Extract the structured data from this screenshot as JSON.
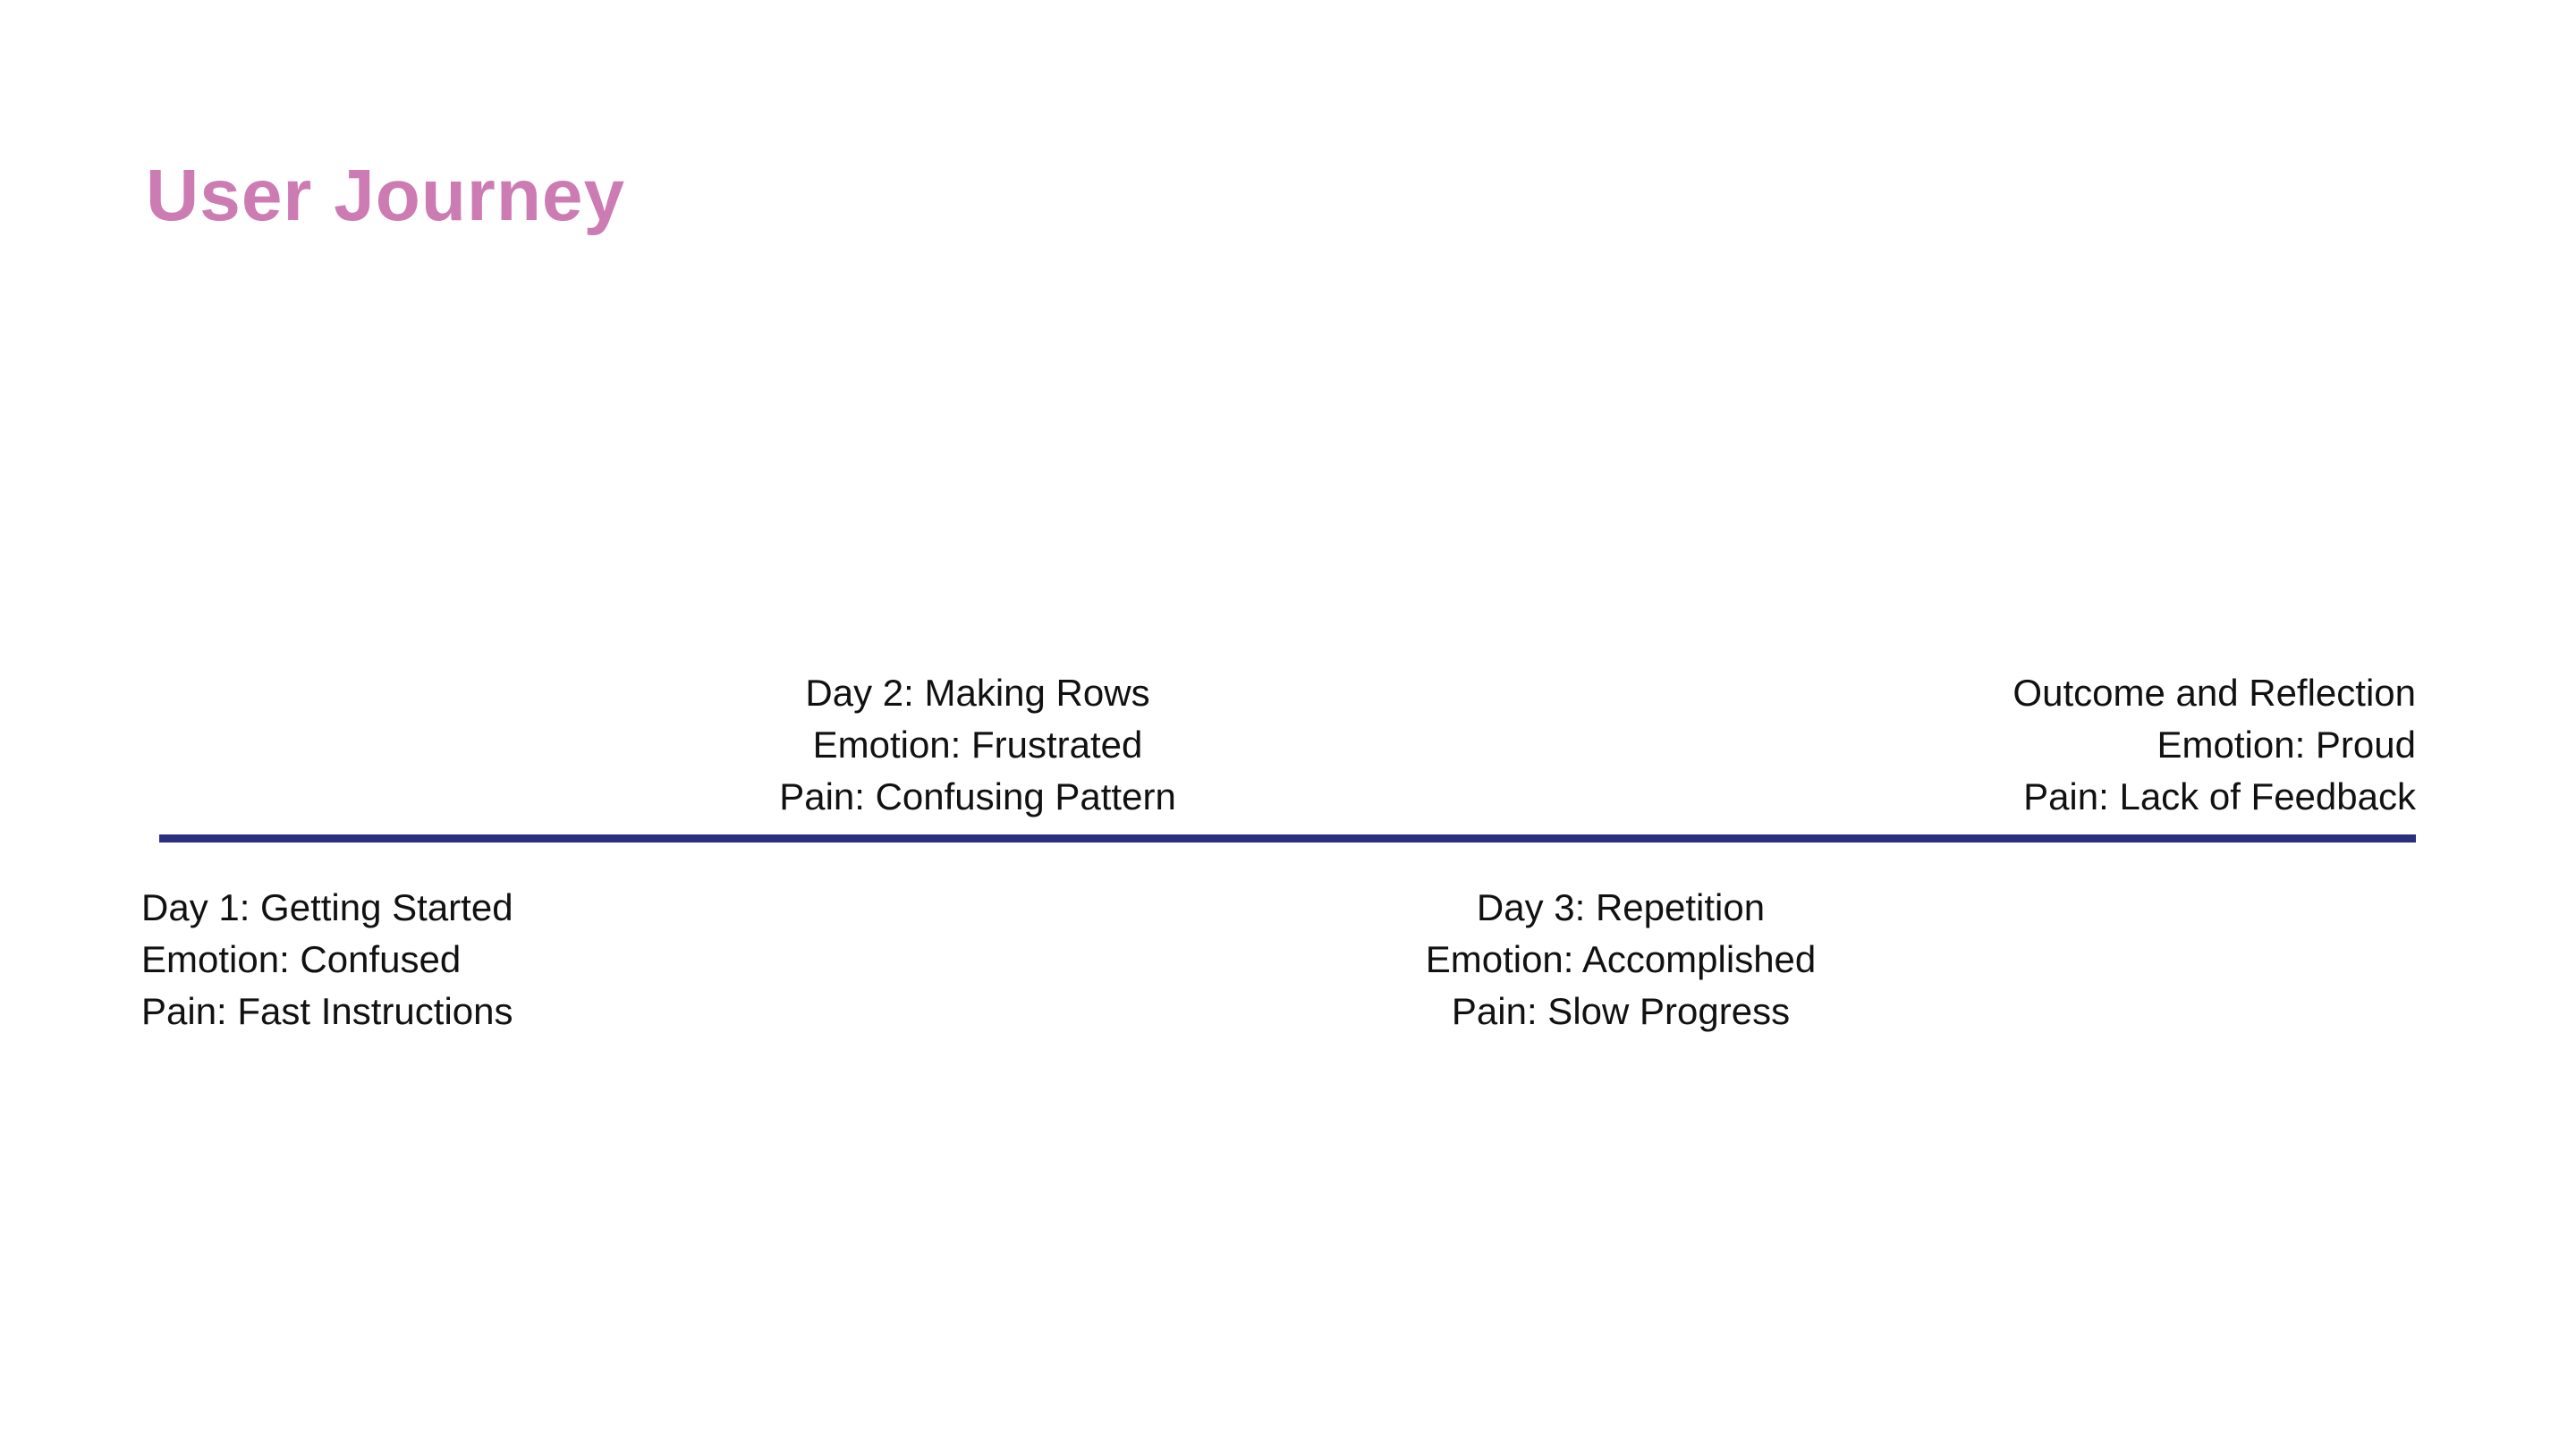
{
  "theme": {
    "background": "#ffffff",
    "title_color": "#cc7cb3",
    "timeline_color": "#2a307f",
    "text_color": "#111111"
  },
  "page": {
    "title": "User Journey"
  },
  "timeline": {
    "stops": [
      {
        "name": "Day 1: Getting Started",
        "emotion": "Emotion: Confused",
        "pain": "Pain: Fast Instructions",
        "placement": "below",
        "align": "left"
      },
      {
        "name": "Day 2: Making Rows",
        "emotion": "Emotion: Frustrated",
        "pain": "Pain: Confusing Pattern",
        "placement": "above",
        "align": "center"
      },
      {
        "name": "Day 3: Repetition",
        "emotion": "Emotion: Accomplished",
        "pain": "Pain: Slow Progress",
        "placement": "below",
        "align": "center"
      },
      {
        "name": "Outcome and Reflection",
        "emotion": "Emotion: Proud",
        "pain": "Pain: Lack of Feedback",
        "placement": "above",
        "align": "right"
      }
    ]
  }
}
